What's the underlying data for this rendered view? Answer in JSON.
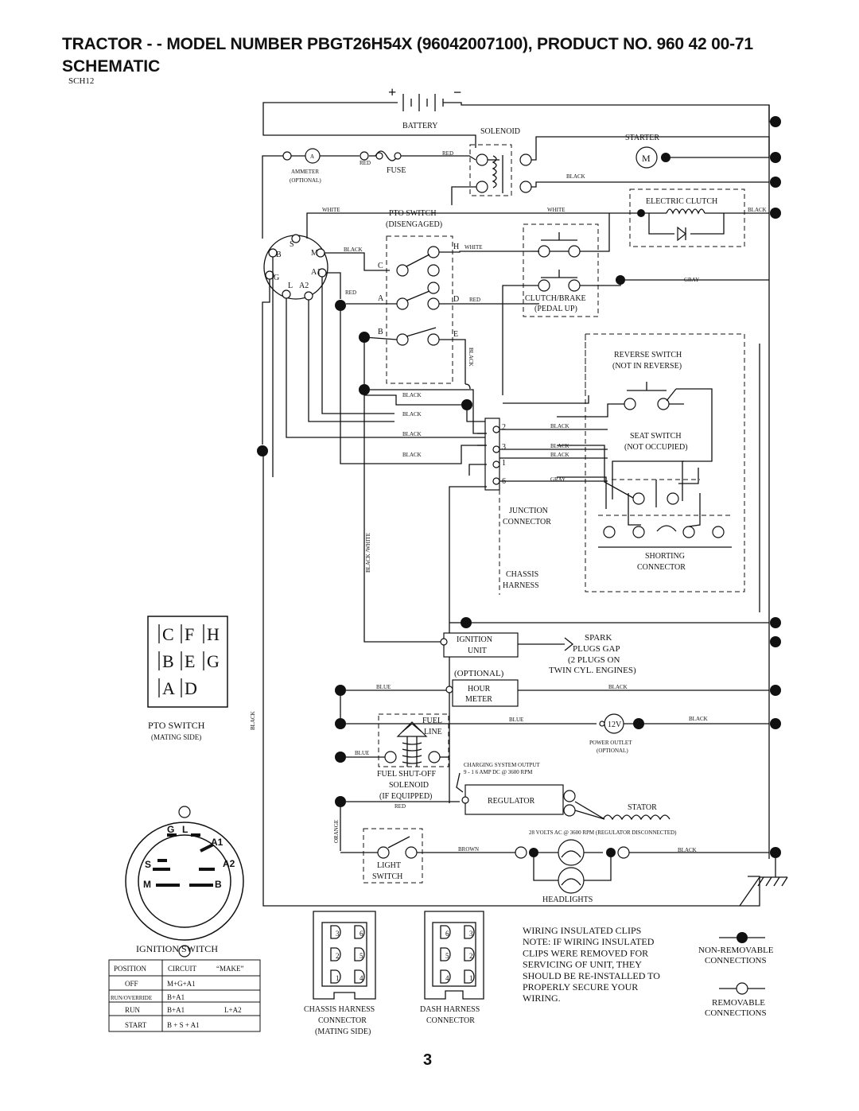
{
  "header": {
    "title": "TRACTOR - - MODEL NUMBER PBGT26H54X (96042007100), PRODUCT NO. 960 42 00-71",
    "subtitle": "SCHEMATIC",
    "code": "SCH12"
  },
  "labels": {
    "battery": "BATTERY",
    "plus": "+",
    "minus": "−",
    "solenoid": "SOLENOID",
    "starter": "STARTER",
    "motor_m": "M",
    "ammeter": "AMMETER",
    "ammeter_optional": "(OPTIONAL)",
    "ammeter_a": "A",
    "fuse": "FUSE",
    "electric_clutch": "ELECTRIC CLUTCH",
    "pto_switch_top": "PTO SWITCH",
    "pto_disengaged": "(DISENGAGED)",
    "clutch_brake": "CLUTCH/BRAKE",
    "pedal_up": "(PEDAL UP)",
    "reverse_switch": "REVERSE SWITCH",
    "not_in_reverse": "(NOT IN REVERSE)",
    "seat_switch": "SEAT SWITCH",
    "not_occupied": "(NOT OCCUPIED)",
    "junction_connector_1": "JUNCTION",
    "junction_connector_2": "CONNECTOR",
    "shorting_connector_1": "SHORTING",
    "shorting_connector_2": "CONNECTOR",
    "chassis_harness_1": "CHASSIS",
    "chassis_harness_2": "HARNESS",
    "ignition_unit_1": "IGNITION",
    "ignition_unit_2": "UNIT",
    "spark_1": "SPARK",
    "spark_2": "PLUGS GAP",
    "spark_3": "(2 PLUGS ON",
    "spark_4": "TWIN CYL. ENGINES)",
    "optional": "(OPTIONAL)",
    "hour_meter_1": "HOUR",
    "hour_meter_2": "METER",
    "fuel_line_1": "FUEL",
    "fuel_line_2": "LINE",
    "power_outlet_v": "12V",
    "power_outlet_1": "POWER OUTLET",
    "power_outlet_2": "(OPTIONAL)",
    "fuel_shutoff_1": "FUEL SHUT-OFF",
    "fuel_shutoff_2": "SOLENOID",
    "fuel_shutoff_3": "(IF EQUIPPED)",
    "charging_1": "CHARGING SYSTEM OUTPUT",
    "charging_2": "9 - 1 6 AMP DC @ 3600 RPM",
    "regulator": "REGULATOR",
    "stator": "STATOR",
    "ac_volts": "28 VOLTS AC @ 3600 RPM (REGULATOR DISCONNECTED)",
    "light_switch_1": "LIGHT",
    "light_switch_2": "SWITCH",
    "headlights": "HEADLIGHTS",
    "pto_switch_side": "PTO SWITCH",
    "mating_side": "(MATING SIDE)",
    "ignition_switch": "IGNITION SWITCH",
    "chassis_harness_conn_1": "CHASSIS HARNESS",
    "chassis_harness_conn_2": "CONNECTOR",
    "chassis_harness_conn_3": "(MATING SIDE)",
    "dash_harness_conn_1": "DASH HARNESS",
    "dash_harness_conn_2": "CONNECTOR",
    "clips_note": [
      "WIRING INSULATED CLIPS",
      "NOTE:  IF WIRING INSULATED",
      "CLIPS WERE REMOVED FOR",
      "SERVICING OF UNIT, THEY",
      "SHOULD BE RE-INSTALLED TO",
      "PROPERLY SECURE YOUR",
      "WIRING."
    ],
    "non_removable_1": "NON-REMOVABLE",
    "non_removable_2": "CONNECTIONS",
    "removable_1": "REMOVABLE",
    "removable_2": "CONNECTIONS"
  },
  "wire_colors": {
    "red": "RED",
    "black": "BLACK",
    "white": "WHITE",
    "gray": "GRAY",
    "blue": "BLUE",
    "orange": "ORANGE",
    "brown": "BROWN",
    "black_white": "BLACK /WHITE"
  },
  "ignition_terminals": {
    "S": "S",
    "B": "B",
    "M": "M",
    "G": "G",
    "L": "L",
    "A1": "A1",
    "A2": "A2"
  },
  "pto_terminals": {
    "C": "C",
    "H": "H",
    "A": "A",
    "D": "D",
    "B": "B",
    "E": "E"
  },
  "junction_pins": [
    "2",
    "3",
    "1",
    "6"
  ],
  "pto_mating_grid": [
    [
      "C",
      "F",
      "H"
    ],
    [
      "B",
      "E",
      "G"
    ],
    [
      "A",
      "D"
    ]
  ],
  "ignition_face": {
    "G": "G",
    "L": "L",
    "A1": "A1",
    "A2": "A2",
    "S": "S",
    "M": "M",
    "B": "B"
  },
  "ignition_table": {
    "headers": [
      "POSITION",
      "CIRCUIT",
      "“MAKE”"
    ],
    "rows": [
      [
        "OFF",
        "M+G+A1",
        ""
      ],
      [
        "RUN/OVERRIDE",
        "B+A1",
        ""
      ],
      [
        "RUN",
        "B+A1",
        "L+A2"
      ],
      [
        "START",
        "B + S + A1",
        ""
      ]
    ]
  },
  "chassis_conn_pins": [
    "3",
    "6",
    "2",
    "5",
    "1",
    "4"
  ],
  "dash_conn_pins": [
    "6",
    "3",
    "5",
    "2",
    "4",
    "1"
  ],
  "page_number": "3"
}
